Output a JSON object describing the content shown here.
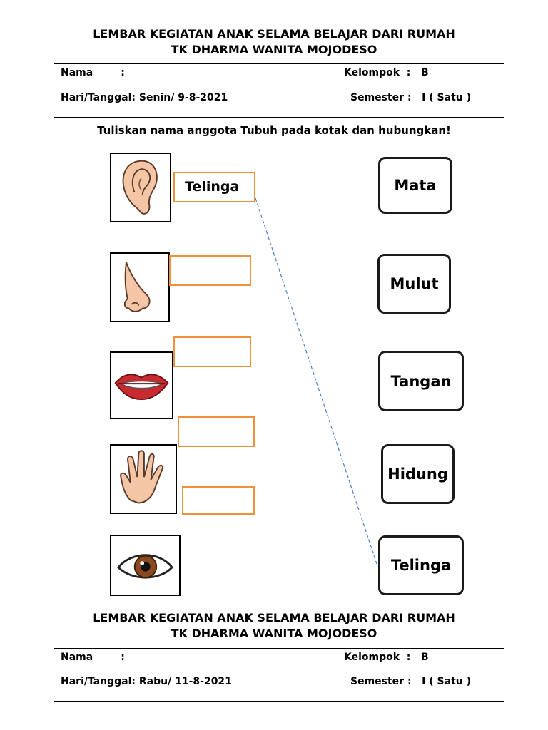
{
  "sheet1": {
    "title1": "LEMBAR KEGIATAN ANAK SELAMA BELAJAR DARI RUMAH",
    "title2": "TK DHARMA WANITA MOJODESO",
    "nama_label": "Nama        :",
    "kelompok_label": "Kelompok  :   B",
    "tanggal": "Hari/Tanggal: Senin/ 9-8-2021",
    "semester": "Semester :   I ( Satu )"
  },
  "instruction": "Tuliskan nama anggota Tubuh pada kotak dan hubungkan!",
  "pictures": [
    {
      "icon": "ear-icon"
    },
    {
      "icon": "nose-icon"
    },
    {
      "icon": "lips-icon"
    },
    {
      "icon": "hand-icon"
    },
    {
      "icon": "eye-icon"
    }
  ],
  "answers": [
    "Telinga",
    "",
    "",
    "",
    ""
  ],
  "words": [
    "Mata",
    "Mulut",
    "Tangan",
    "Hidung",
    "Telinga"
  ],
  "sheet2": {
    "title1": "LEMBAR KEGIATAN ANAK SELAMA BELAJAR DARI RUMAH",
    "title2": "TK DHARMA WANITA MOJODESO",
    "nama_label": "Nama        :",
    "kelompok_label": "Kelompok  :   B",
    "tanggal": "Hari/Tanggal: Rabu/ 11-8-2021",
    "semester": "Semester :   I ( Satu )"
  },
  "colors": {
    "answer_border": "#f0913a",
    "connector": "#4a7fc8"
  }
}
